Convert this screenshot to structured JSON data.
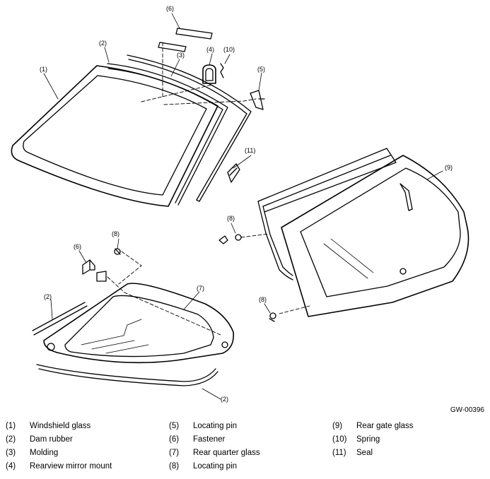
{
  "callouts": {
    "c1": "(1)",
    "c2a": "(2)",
    "c3": "(3)",
    "c4": "(4)",
    "c5": "(5)",
    "c6a": "(6)",
    "c10": "(10)",
    "c11": "(11)",
    "c9": "(9)",
    "c8a": "(8)",
    "c8b": "(8)",
    "c6b": "(6)",
    "c7": "(7)",
    "c2b": "(2)",
    "c2c": "(2)",
    "c8c": "(8)"
  },
  "figure_code": "GW-00396",
  "legend": [
    {
      "num": "(1)",
      "label": "Windshield glass"
    },
    {
      "num": "(2)",
      "label": "Dam rubber"
    },
    {
      "num": "(3)",
      "label": "Molding"
    },
    {
      "num": "(4)",
      "label": "Rearview mirror mount"
    },
    {
      "num": "(5)",
      "label": "Locating pin"
    },
    {
      "num": "(6)",
      "label": "Fastener"
    },
    {
      "num": "(7)",
      "label": "Rear quarter glass"
    },
    {
      "num": "(8)",
      "label": "Locating pin"
    },
    {
      "num": "(9)",
      "label": "Rear gate glass"
    },
    {
      "num": "(10)",
      "label": "Spring"
    },
    {
      "num": "(11)",
      "label": "Seal"
    }
  ]
}
